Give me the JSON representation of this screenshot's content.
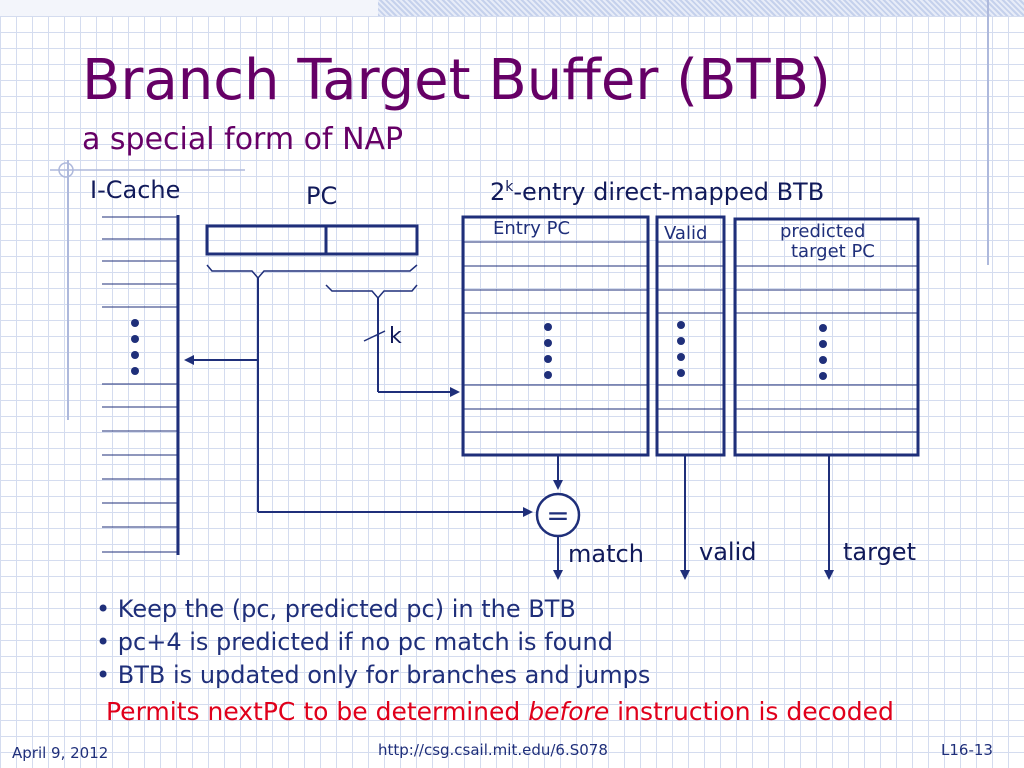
{
  "slide": {
    "title": "Branch Target Buffer (BTB)",
    "subtitle": "a special form of NAP"
  },
  "diagram": {
    "icache_label": "I-Cache",
    "pc_label": "PC",
    "btb_label_base": "2",
    "btb_label_sup": "k",
    "btb_label_rest": "-entry direct-mapped BTB",
    "entry_pc_label": "Entry PC",
    "valid_label": "Valid",
    "predicted_label_line1": "predicted",
    "predicted_label_line2": "target PC",
    "k_label": "k",
    "compare_symbol": "=",
    "match_label": "match",
    "valid_out_label": "valid",
    "target_label": "target"
  },
  "bullets": [
    "Keep the (pc, predicted pc) in the BTB",
    "pc+4 is predicted if no pc match is found",
    "BTB is updated only for branches and jumps"
  ],
  "note": {
    "before": "Permits nextPC to be determined ",
    "emphasis": "before",
    "after": " instruction is decoded"
  },
  "footer": {
    "date": "April 9, 2012",
    "url": "http://csg.csail.mit.edu/6.S078",
    "slide_number": "L16-13"
  },
  "colors": {
    "title": "#660066",
    "text": "#1f2f7a",
    "highlight": "#e0001b",
    "diagram": "#1f2f7a"
  }
}
